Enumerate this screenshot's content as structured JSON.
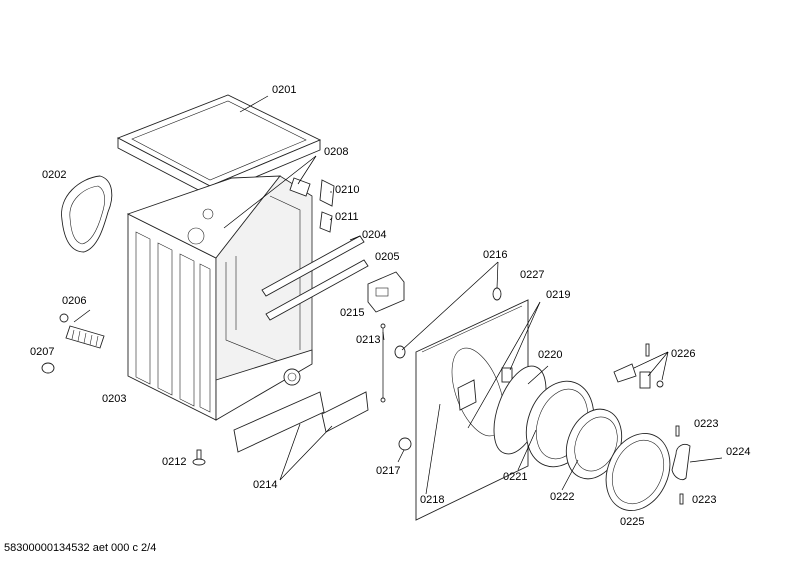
{
  "diagram": {
    "footer": "58300000134532 aet 000 c 2/4",
    "labels": {
      "p0201": "0201",
      "p0202": "0202",
      "p0203": "0203",
      "p0204": "0204",
      "p0205": "0205",
      "p0206": "0206",
      "p0207": "0207",
      "p0208": "0208",
      "p0210": "0210",
      "p0211": "0211",
      "p0212": "0212",
      "p0213": "0213",
      "p0214": "0214",
      "p0215": "0215",
      "p0216": "0216",
      "p0217": "0217",
      "p0218": "0218",
      "p0219": "0219",
      "p0220": "0220",
      "p0221": "0221",
      "p0222": "0222",
      "p0223a": "0223",
      "p0223b": "0223",
      "p0224": "0224",
      "p0225": "0225",
      "p0226": "0226",
      "p0227": "0227"
    }
  }
}
